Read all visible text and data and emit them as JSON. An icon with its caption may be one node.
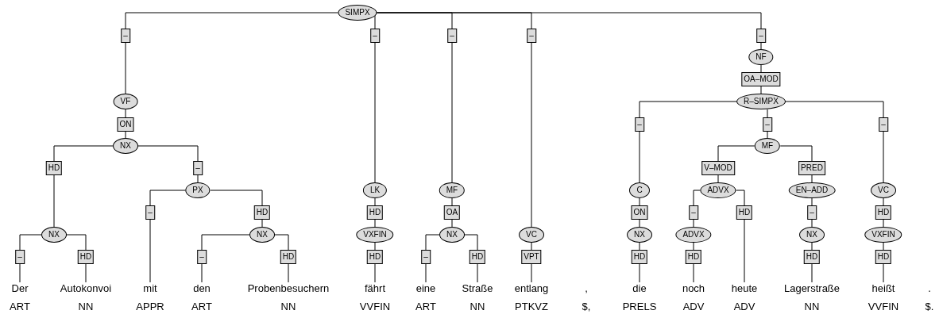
{
  "diagram": {
    "nodes": [
      {
        "text": [
          "SIMPX"
        ]
      },
      {
        "text": [
          "VF"
        ]
      },
      {
        "text": [
          "NX"
        ]
      },
      {
        "text": [
          "NX"
        ]
      },
      {
        "text": [
          "PX"
        ]
      },
      {
        "text": [
          "NX"
        ]
      },
      {
        "text": [
          "LK"
        ]
      },
      {
        "text": [
          "VXFIN"
        ]
      },
      {
        "text": [
          "MF"
        ]
      },
      {
        "text": [
          "NX"
        ]
      },
      {
        "text": [
          "VC"
        ]
      },
      {
        "text": [
          "NF"
        ]
      },
      {
        "text": [
          "R–SIMPX"
        ]
      },
      {
        "text": [
          "C"
        ]
      },
      {
        "text": [
          "NX"
        ]
      },
      {
        "text": [
          "MF"
        ]
      },
      {
        "text": [
          "ADVX"
        ]
      },
      {
        "text": [
          "ADVX"
        ]
      },
      {
        "text": [
          "EN–ADD"
        ]
      },
      {
        "text": [
          "NX"
        ]
      },
      {
        "text": [
          "VC"
        ]
      },
      {
        "text": [
          "VXFIN"
        ]
      },
      {
        "text": [
          "Der",
          "ART"
        ]
      },
      {
        "text": [
          "Autokonvoi",
          "NN"
        ]
      },
      {
        "text": [
          "mit",
          "APPR"
        ]
      },
      {
        "text": [
          "den",
          "ART"
        ]
      },
      {
        "text": [
          "Probenbesuchern",
          "NN"
        ]
      },
      {
        "text": [
          "fährt",
          "VVFIN"
        ]
      },
      {
        "text": [
          "eine",
          "ART"
        ]
      },
      {
        "text": [
          "Straße",
          "NN"
        ]
      },
      {
        "text": [
          "entlang",
          "PTKVZ"
        ]
      },
      {
        "text": [
          ",",
          "$,"
        ]
      },
      {
        "text": [
          "die",
          "PRELS"
        ]
      },
      {
        "text": [
          "noch",
          "ADV"
        ]
      },
      {
        "text": [
          "heute",
          "ADV"
        ]
      },
      {
        "text": [
          "Lagerstraße",
          "NN"
        ]
      },
      {
        "text": [
          "heißt",
          "VVFIN"
        ]
      },
      {
        "text": [
          ".",
          "$."
        ]
      }
    ],
    "edges": [
      {
        "from": 0,
        "to": 1,
        "arrow": "none",
        "label": "–"
      },
      {
        "from": 1,
        "to": 2,
        "arrow": "none",
        "label": "ON"
      },
      {
        "from": 2,
        "to": 3,
        "arrow": "none",
        "label": "HD"
      },
      {
        "from": 2,
        "to": 4,
        "arrow": "none",
        "label": "–"
      },
      {
        "from": 3,
        "to": 22,
        "arrow": "none",
        "label": "–"
      },
      {
        "from": 3,
        "to": 23,
        "arrow": "none",
        "label": "HD"
      },
      {
        "from": 4,
        "to": 24,
        "arrow": "none",
        "label": "–"
      },
      {
        "from": 4,
        "to": 5,
        "arrow": "none",
        "label": "HD"
      },
      {
        "from": 5,
        "to": 25,
        "arrow": "none",
        "label": "–"
      },
      {
        "from": 5,
        "to": 26,
        "arrow": "none",
        "label": "HD"
      },
      {
        "from": 0,
        "to": 6,
        "arrow": "none",
        "label": "–"
      },
      {
        "from": 6,
        "to": 7,
        "arrow": "none",
        "label": "HD"
      },
      {
        "from": 7,
        "to": 27,
        "arrow": "none",
        "label": "HD"
      },
      {
        "from": 0,
        "to": 8,
        "arrow": "none",
        "label": "–"
      },
      {
        "from": 8,
        "to": 9,
        "arrow": "none",
        "label": "OA"
      },
      {
        "from": 9,
        "to": 28,
        "arrow": "none",
        "label": "–"
      },
      {
        "from": 9,
        "to": 29,
        "arrow": "none",
        "label": "HD"
      },
      {
        "from": 0,
        "to": 10,
        "arrow": "none",
        "label": "–"
      },
      {
        "from": 10,
        "to": 30,
        "arrow": "none",
        "label": "VPT"
      },
      {
        "from": 0,
        "to": 11,
        "arrow": "none",
        "label": "–"
      },
      {
        "from": 11,
        "to": 12,
        "arrow": "none",
        "label": "OA–MOD"
      },
      {
        "from": 12,
        "to": 13,
        "arrow": "none",
        "label": "–"
      },
      {
        "from": 13,
        "to": 14,
        "arrow": "none",
        "label": "ON"
      },
      {
        "from": 14,
        "to": 32,
        "arrow": "none",
        "label": "HD"
      },
      {
        "from": 12,
        "to": 15,
        "arrow": "none",
        "label": "–"
      },
      {
        "from": 15,
        "to": 16,
        "arrow": "none",
        "label": "V–MOD"
      },
      {
        "from": 16,
        "to": 17,
        "arrow": "none",
        "label": "–"
      },
      {
        "from": 17,
        "to": 33,
        "arrow": "none",
        "label": "HD"
      },
      {
        "from": 16,
        "to": 34,
        "arrow": "none",
        "label": "HD"
      },
      {
        "from": 15,
        "to": 18,
        "arrow": "none",
        "label": "PRED"
      },
      {
        "from": 18,
        "to": 19,
        "arrow": "none",
        "label": "–"
      },
      {
        "from": 19,
        "to": 35,
        "arrow": "none",
        "label": "HD"
      },
      {
        "from": 12,
        "to": 20,
        "arrow": "none",
        "label": "–"
      },
      {
        "from": 20,
        "to": 21,
        "arrow": "none",
        "label": "HD"
      },
      {
        "from": 21,
        "to": 36,
        "arrow": "none",
        "label": "HD"
      }
    ]
  }
}
